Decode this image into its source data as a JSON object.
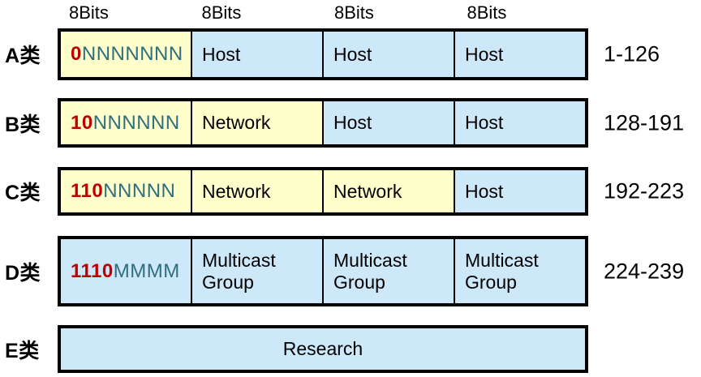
{
  "header": {
    "bit_width_labels": [
      "8Bits",
      "8Bits",
      "8Bits",
      "8Bits"
    ]
  },
  "colors": {
    "network_portion_bg": "#FFFFCC",
    "host_portion_bg": "#CDE8F8",
    "bit_prefix_red": "#C00000",
    "bit_letter_teal": "#2E6E7E",
    "border": "#000000"
  },
  "rows": [
    {
      "class_label": "A类",
      "range": "1-126",
      "bit_pattern": {
        "prefix": "0",
        "letters": "NNNNNNN"
      },
      "cells": [
        "Host",
        "Host",
        "Host"
      ]
    },
    {
      "class_label": "B类",
      "range": "128-191",
      "bit_pattern": {
        "prefix": "10",
        "letters": "NNNNNN"
      },
      "cells": [
        "Network",
        "Host",
        "Host"
      ]
    },
    {
      "class_label": "C类",
      "range": "192-223",
      "bit_pattern": {
        "prefix": "110",
        "letters": "NNNNN"
      },
      "cells": [
        "Network",
        "Network",
        "Host"
      ]
    },
    {
      "class_label": "D类",
      "range": "224-239",
      "bit_pattern": {
        "prefix": "1110",
        "letters": "MMMM"
      },
      "cells": [
        "Multicast Group",
        "Multicast Group",
        "Multicast Group"
      ]
    },
    {
      "class_label": "E类",
      "range": "",
      "full_cell": "Research"
    }
  ]
}
